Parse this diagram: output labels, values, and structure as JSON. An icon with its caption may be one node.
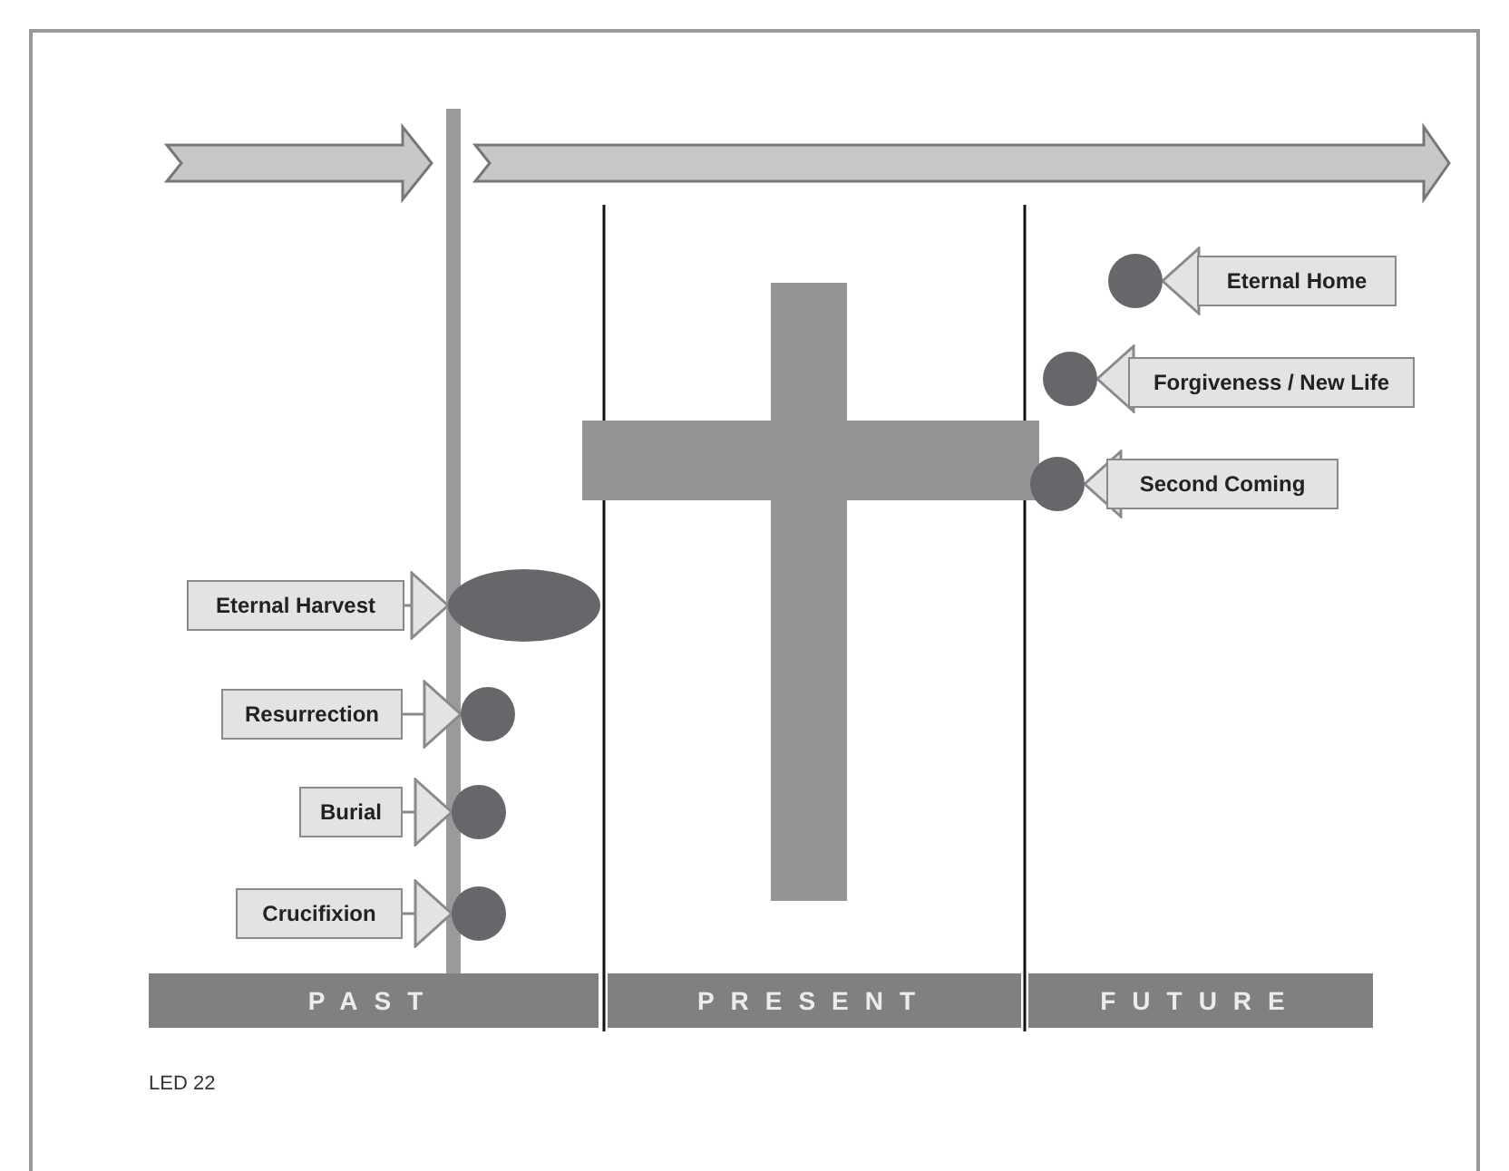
{
  "diagram": {
    "nodes": [
      {
        "text": [
          "Eternal Home"
        ]
      },
      {
        "text": [],
        "shape": "circle"
      },
      {
        "text": [
          "Forgiveness / New Life"
        ]
      },
      {
        "text": [],
        "shape": "circle"
      },
      {
        "text": [
          "Second Coming"
        ]
      },
      {
        "text": [],
        "shape": "circle"
      },
      {
        "text": [
          "Eternal Harvest"
        ]
      },
      {
        "text": [],
        "shape": "ellipse"
      },
      {
        "text": [
          "Resurrection"
        ]
      },
      {
        "text": [],
        "shape": "circle"
      },
      {
        "text": [
          "Burial"
        ]
      },
      {
        "text": [],
        "shape": "circle"
      },
      {
        "text": [
          "Crucifixion"
        ]
      },
      {
        "text": [],
        "shape": "circle"
      },
      {
        "text": [
          "PAST"
        ]
      },
      {
        "text": [
          "PRESENT"
        ]
      },
      {
        "text": [
          "FUTURE"
        ]
      }
    ],
    "edges": [
      {
        "from": 0,
        "to": 1,
        "arrow": "to"
      },
      {
        "from": 2,
        "to": 3,
        "arrow": "to"
      },
      {
        "from": 4,
        "to": 5,
        "arrow": "to"
      },
      {
        "from": 6,
        "to": 7,
        "arrow": "to"
      },
      {
        "from": 8,
        "to": 9,
        "arrow": "to"
      },
      {
        "from": 10,
        "to": 11,
        "arrow": "to"
      },
      {
        "from": 12,
        "to": 13,
        "arrow": "to"
      }
    ],
    "labels": [
      "LED 22"
    ]
  }
}
